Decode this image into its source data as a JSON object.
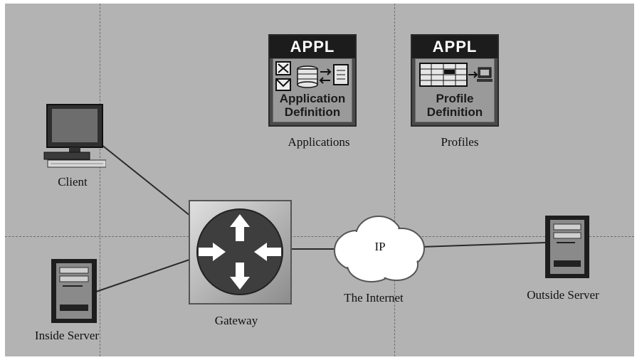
{
  "canvas": {
    "background": "#b3b3b3"
  },
  "nodes": {
    "client": {
      "label": "Client",
      "icon": "desktop-computer-icon"
    },
    "inside_server": {
      "label": "Inside Server",
      "icon": "server-tower-icon"
    },
    "gateway": {
      "label": "Gateway",
      "icon": "router-icon"
    },
    "internet": {
      "label": "The Internet",
      "cloud_text": "IP",
      "icon": "cloud-icon"
    },
    "outside_server": {
      "label": "Outside Server",
      "icon": "server-tower-icon"
    },
    "applications": {
      "label": "Applications",
      "header": "APPL",
      "title_line1": "Application",
      "title_line2": "Definition",
      "icon": "application-definition-icon"
    },
    "profiles": {
      "label": "Profiles",
      "header": "APPL",
      "title_line1": "Profile",
      "title_line2": "Definition",
      "icon": "profile-definition-icon"
    }
  }
}
